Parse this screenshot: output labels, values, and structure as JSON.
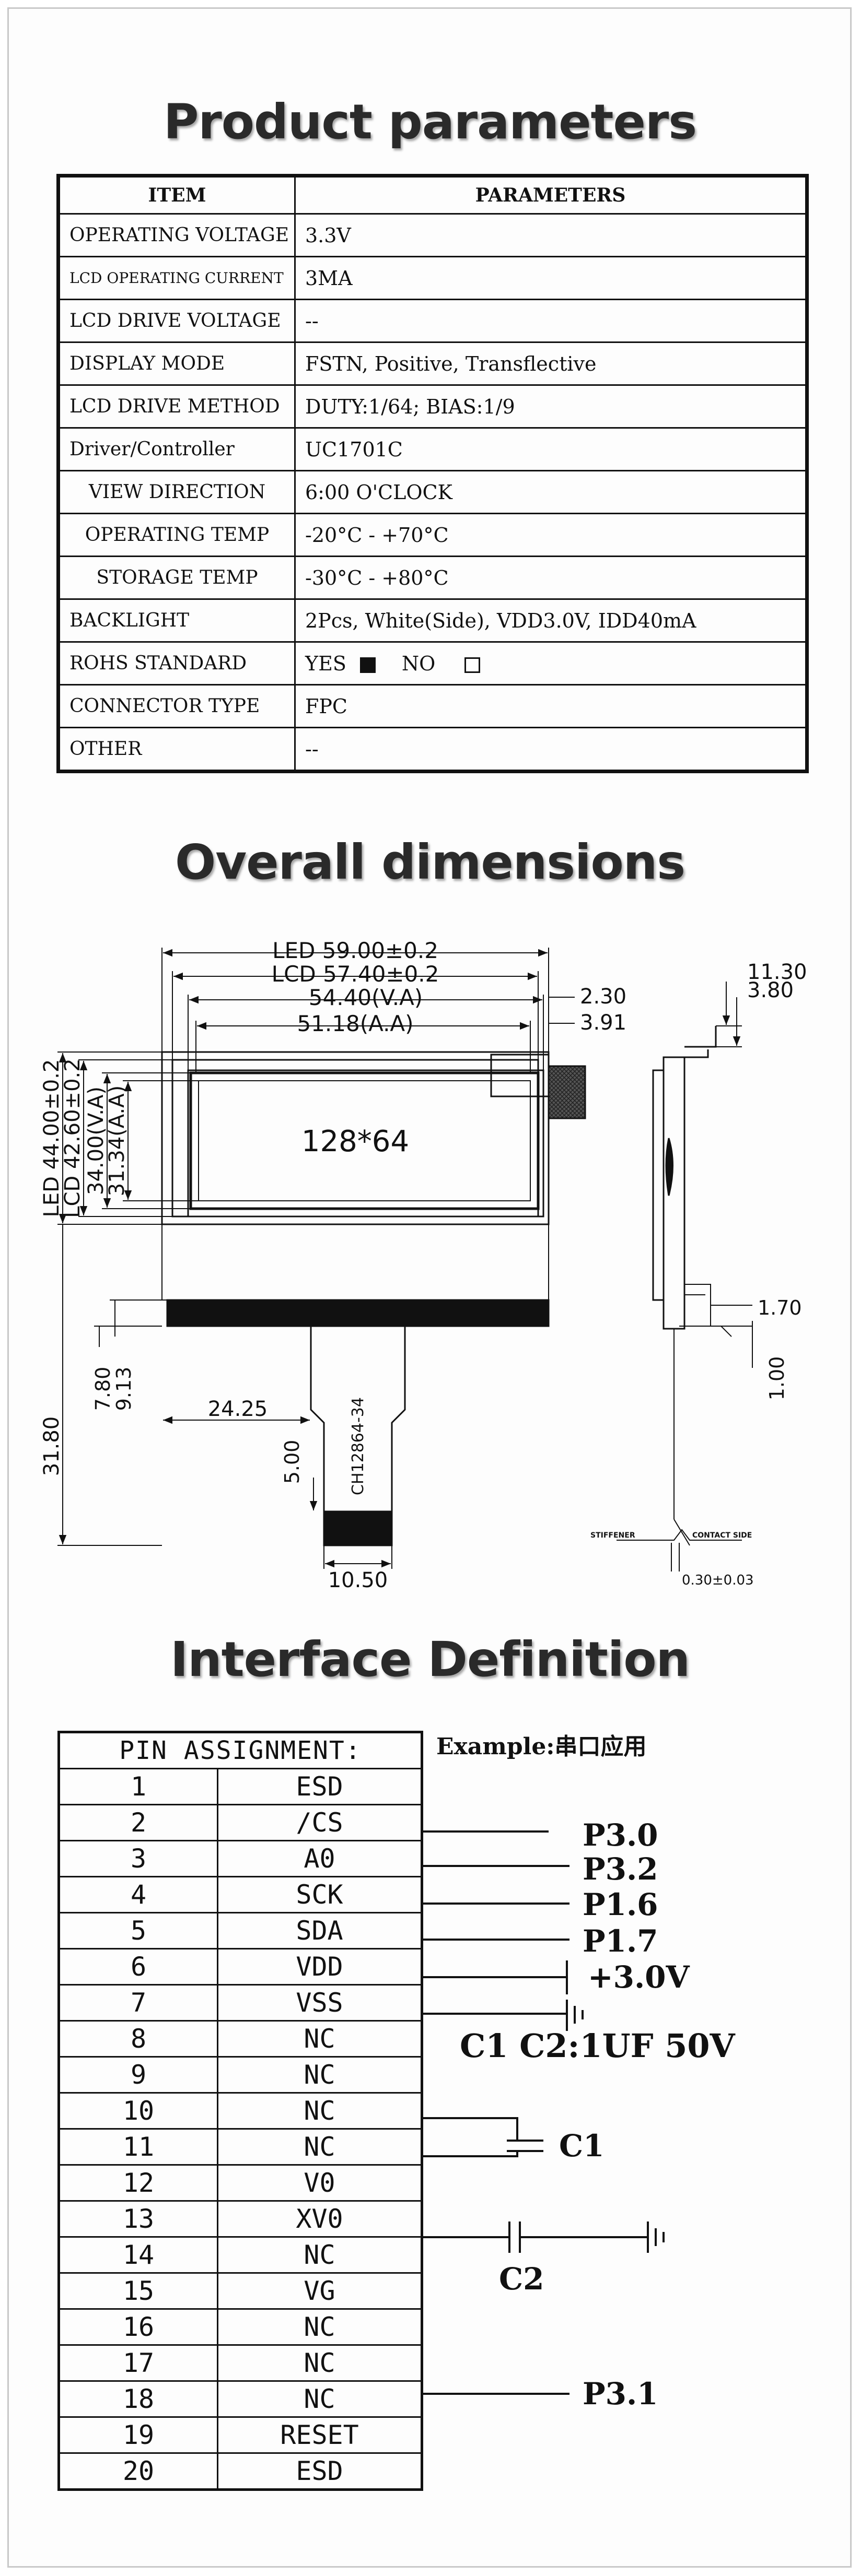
{
  "titles": {
    "product": "Product parameters",
    "dimensions": "Overall dimensions",
    "interface": "Interface Definition"
  },
  "params": {
    "header_item": "ITEM",
    "header_params": "PARAMETERS",
    "rows": [
      {
        "item": "OPERATING VOLTAGE",
        "value": "3.3V"
      },
      {
        "item": "LCD OPERATING CURRENT",
        "value": "3MA"
      },
      {
        "item": "LCD DRIVE VOLTAGE",
        "value": "--"
      },
      {
        "item": "DISPLAY MODE",
        "value": "FSTN, Positive, Transflective"
      },
      {
        "item": "LCD DRIVE METHOD",
        "value": "DUTY:1/64; BIAS:1/9"
      },
      {
        "item": "Driver/Controller",
        "value": "UC1701C"
      },
      {
        "item": "VIEW DIRECTION",
        "value": "6:00 O'CLOCK"
      },
      {
        "item": "OPERATING TEMP",
        "value": "-20°C - +70°C"
      },
      {
        "item": "STORAGE TEMP",
        "value": "-30°C - +80°C"
      },
      {
        "item": "BACKLIGHT",
        "value": "2Pcs, White(Side), VDD3.0V, IDD40mA"
      },
      {
        "item": "ROHS STANDARD",
        "yes": "YES",
        "no": "NO"
      },
      {
        "item": "CONNECTOR TYPE",
        "value": "FPC"
      },
      {
        "item": "OTHER",
        "value": "--"
      }
    ]
  },
  "dims": {
    "led_w": "LED 59.00±0.2",
    "lcd_w": "LCD 57.40±0.2",
    "va_w": "54.40(V.A)",
    "aa_w": "51.18(A.A)",
    "d230": "2.30",
    "d391": "3.91",
    "d1130": "11.30",
    "d380": "3.80",
    "led_h": "LED 44.00±0.2",
    "lcd_h": "LCD 42.60±0.2",
    "va_h": "34.00(V.A)",
    "aa_h": "31.34(A.A)",
    "center": "128*64",
    "d780": "7.80",
    "d913": "9.13",
    "d2425": "24.25",
    "d3180": "31.80",
    "d500": "5.00",
    "fpc": "CH12864-34",
    "d1050": "10.50",
    "d170": "1.70",
    "d100": "1.00",
    "stiffener": "STIFFENER",
    "contact": "CONTACT SIDE",
    "d030": "0.30±0.03"
  },
  "pins": {
    "header": "PIN ASSIGNMENT:",
    "rows": [
      {
        "n": "1",
        "s": "ESD"
      },
      {
        "n": "2",
        "s": "/CS"
      },
      {
        "n": "3",
        "s": "A0"
      },
      {
        "n": "4",
        "s": "SCK"
      },
      {
        "n": "5",
        "s": "SDA"
      },
      {
        "n": "6",
        "s": "VDD"
      },
      {
        "n": "7",
        "s": "VSS"
      },
      {
        "n": "8",
        "s": "NC"
      },
      {
        "n": "9",
        "s": "NC"
      },
      {
        "n": "10",
        "s": "NC"
      },
      {
        "n": "11",
        "s": "NC"
      },
      {
        "n": "12",
        "s": "V0"
      },
      {
        "n": "13",
        "s": "XV0"
      },
      {
        "n": "14",
        "s": "NC"
      },
      {
        "n": "15",
        "s": "VG"
      },
      {
        "n": "16",
        "s": "NC"
      },
      {
        "n": "17",
        "s": "NC"
      },
      {
        "n": "18",
        "s": "NC"
      },
      {
        "n": "19",
        "s": "RESET"
      },
      {
        "n": "20",
        "s": "ESD"
      }
    ]
  },
  "wiring": {
    "example": "Example:串口应用",
    "p30": "P3.0",
    "p32": "P3.2",
    "p16": "P1.6",
    "p17": "P1.7",
    "vdd": "+3.0V",
    "caps": "C1 C2:1UF 50V",
    "c1": "C1",
    "c2": "C2",
    "p31": "P3.1"
  }
}
